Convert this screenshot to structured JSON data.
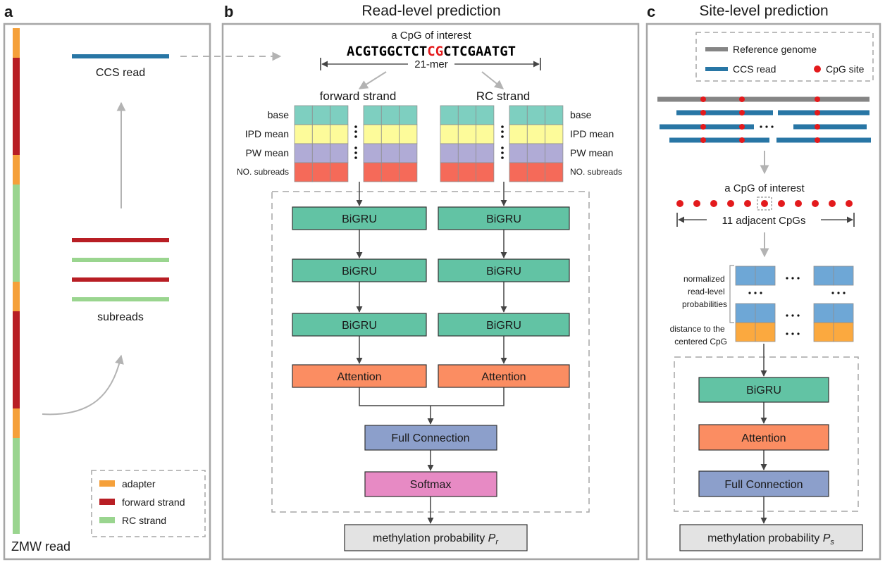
{
  "panels": {
    "a": {
      "letter": "a",
      "ccs_label": "CCS read",
      "subreads_label": "subreads",
      "zmw_label": "ZMW read",
      "legend": [
        {
          "label": "adapter",
          "color": "#f5a03a"
        },
        {
          "label": "forward strand",
          "color": "#b81e24"
        },
        {
          "label": "RC strand",
          "color": "#9ad58f"
        }
      ]
    },
    "b": {
      "letter": "b",
      "title": "Read-level prediction",
      "cpg_label": "a CpG of interest",
      "seq_prefix": "ACGTGGCTCT",
      "seq_cg": "CG",
      "seq_suffix": "CTCGAATGT",
      "kmer_label": "21-mer",
      "forward_label": "forward strand",
      "rc_label": "RC strand",
      "features": [
        "base",
        "IPD mean",
        "PW mean",
        "NO. subreads"
      ],
      "feature_colors": [
        "#7ecfc0",
        "#fdfb9a",
        "#b0abd6",
        "#f56a59"
      ],
      "left_layers": [
        "BiGRU",
        "BiGRU",
        "BiGRU",
        "Attention"
      ],
      "right_layers": [
        "BiGRU",
        "BiGRU",
        "BiGRU",
        "Attention"
      ],
      "full_connection": "Full Connection",
      "softmax": "Softmax",
      "output_text": "methylation probability ",
      "output_symbol": "P",
      "output_sub": "r"
    },
    "c": {
      "letter": "c",
      "title": "Site-level prediction",
      "legend_ref": "Reference genome",
      "legend_ccs": "CCS read",
      "legend_cpg": "CpG site",
      "cpg_label": "a CpG of interest",
      "adjacent_label": "11 adjacent CpGs",
      "norm_label": [
        "normalized",
        "read-level",
        "probabilities"
      ],
      "dist_label": [
        "distance to the",
        "centered CpG"
      ],
      "layers": [
        "BiGRU",
        "Attention",
        "Full Connection"
      ],
      "output_text": "methylation probability ",
      "output_symbol": "P",
      "output_sub": "s"
    }
  },
  "colors": {
    "bigru": "#62c3a4",
    "attention": "#fb8d62",
    "full_connection": "#8c9fcb",
    "softmax": "#e78ac4",
    "output_box": "#e3e3e3",
    "ccs_blue": "#2876a5",
    "reference_gray": "#858585",
    "cpg_red": "#e31a1c",
    "prob_blue": "#6ea7d6",
    "dist_orange": "#fba93f"
  }
}
